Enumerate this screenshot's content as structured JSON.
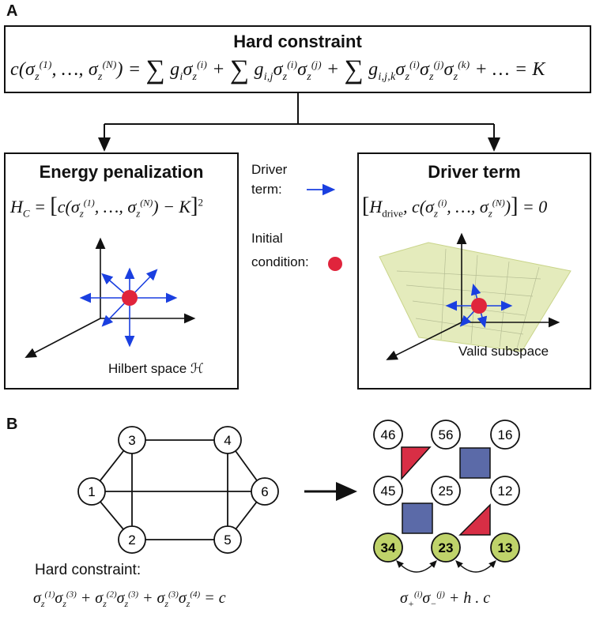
{
  "panelA": {
    "letter": "A",
    "hard_constraint": {
      "title": "Hard constraint",
      "equation": "c(σz(1), …, σz(N)) = ∑ gi σz(i) + ∑ gi,j σz(i) σz(j) + ∑ gi,j,k σz(i) σz(j) σz(k) + … = K"
    },
    "energy_penalization": {
      "title": "Energy penalization",
      "equation": "HC = [c(σz(1), …, σz(N)) − K]²",
      "space_label": "Hilbert space ℋ"
    },
    "legend": {
      "driver_label_line1": "Driver",
      "driver_label_line2": "term:",
      "initial_label_line1": "Initial",
      "initial_label_line2": "condition:"
    },
    "driver_term": {
      "title": "Driver term",
      "equation": "[Hdrive, c(σz(i), …, σz(N))] = 0",
      "subspace_label": "Valid subspace"
    }
  },
  "panelB": {
    "letter": "B",
    "graph_nodes": [
      "1",
      "2",
      "3",
      "4",
      "5",
      "6"
    ],
    "constraint_label": "Hard constraint:",
    "constraint_equation": "σz(1)σz(3) + σz(2)σz(3) + σz(3)σz(4) = c",
    "grid_nodes": [
      "46",
      "56",
      "16",
      "45",
      "25",
      "12",
      "34",
      "23",
      "13"
    ],
    "driver_equation": "σ+(i)σ−(j) + h . c"
  },
  "colors": {
    "arrow_blue": "#1a3fe0",
    "dot_red": "#e0243c",
    "plane_green": "#dfe7b0",
    "node_green": "#bfd36a",
    "square_blue": "#5b6aa8",
    "triangle_red": "#d82e45"
  }
}
